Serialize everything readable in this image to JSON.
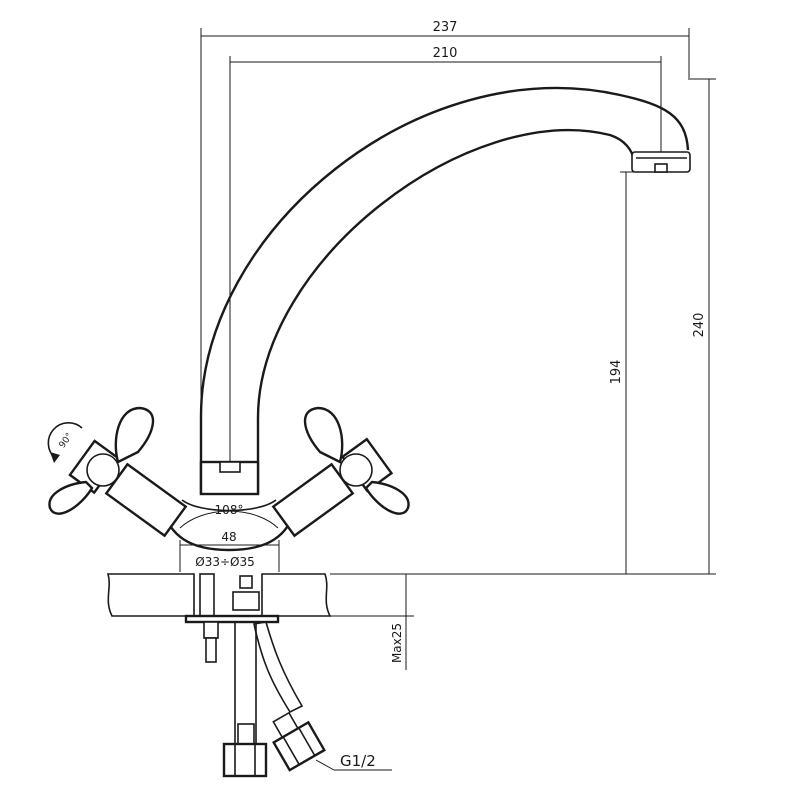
{
  "drawing": {
    "dimensions": {
      "overall_reach": "237",
      "spout_reach": "210",
      "overall_height": "240",
      "spout_height": "194",
      "handle_angle": "108°",
      "handle_spacing": "48",
      "mount_hole": "Ø33÷Ø35",
      "max_counter_thickness": "Max25",
      "connection_thread": "G1/2",
      "rotation_angle": "90°"
    }
  }
}
